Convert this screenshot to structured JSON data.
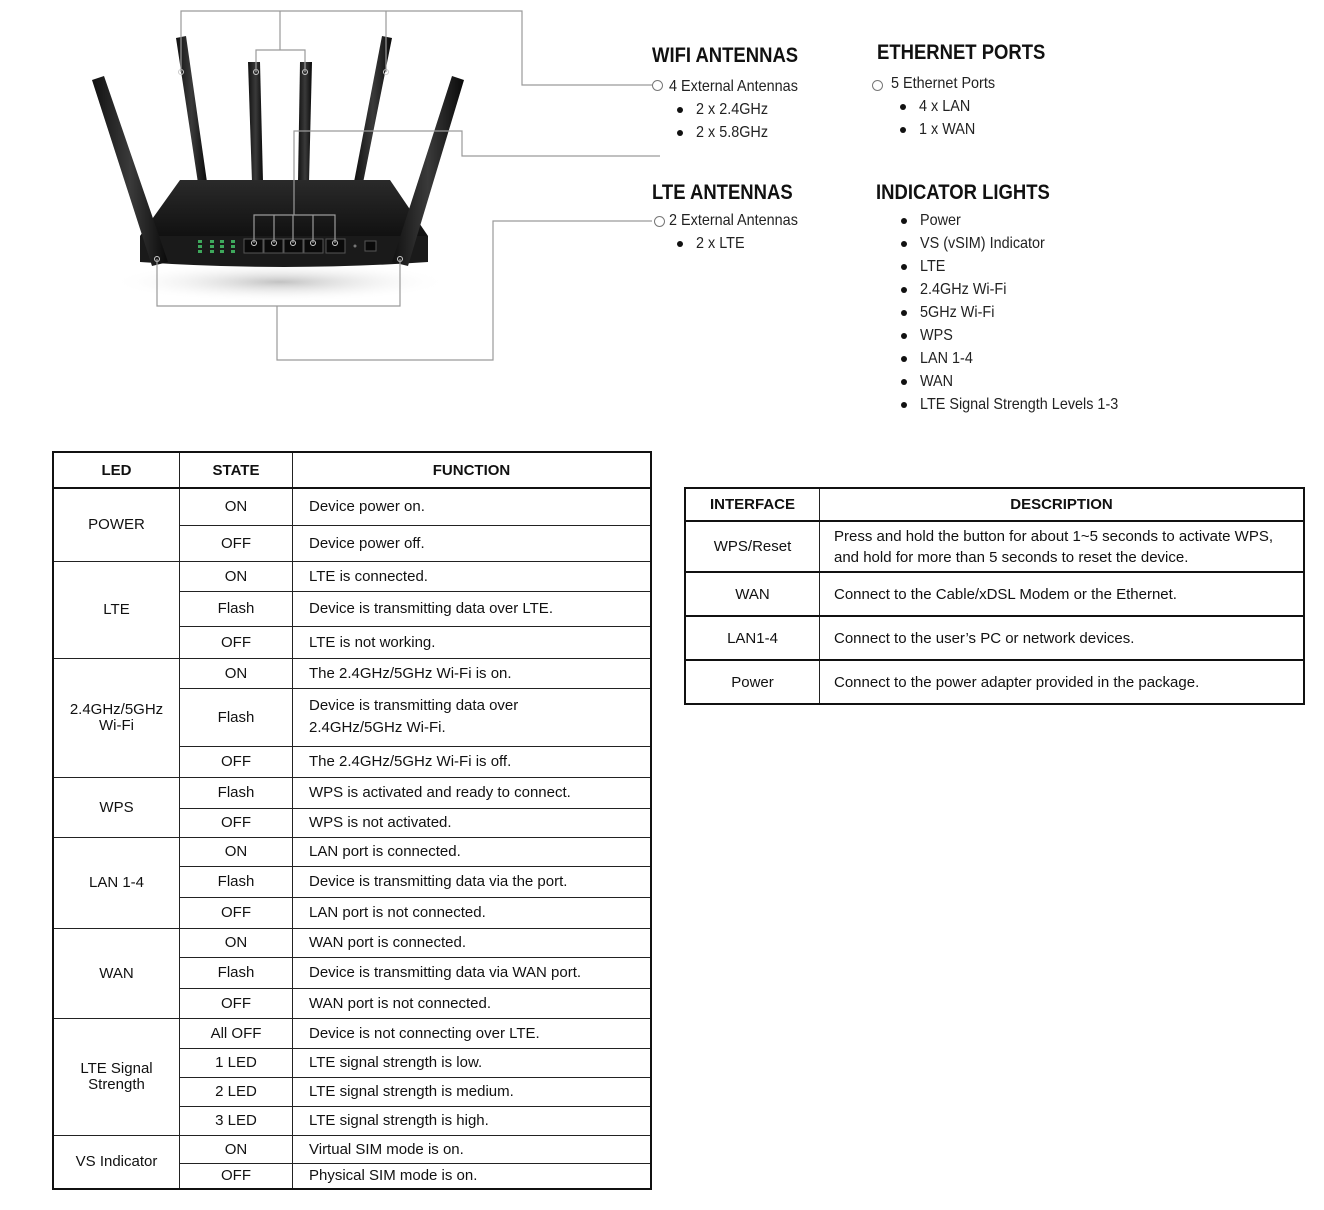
{
  "specs": {
    "wifi": {
      "title": "WIFI ANTENNAS",
      "summary": "4 External Antennas",
      "items": [
        "2 x 2.4GHz",
        "2 x 5.8GHz"
      ]
    },
    "ethernet": {
      "title": "ETHERNET PORTS",
      "summary": "5 Ethernet Ports",
      "items": [
        "4 x LAN",
        "1 x WAN"
      ]
    },
    "lte": {
      "title": "LTE ANTENNAS",
      "summary": "2 External Antennas",
      "items": [
        "2 x LTE"
      ]
    },
    "indicators": {
      "title": "INDICATOR LIGHTS",
      "items": [
        "Power",
        "VS (vSIM) Indicator",
        "LTE",
        "2.4GHz Wi-Fi",
        "5GHz Wi-Fi",
        "WPS",
        "LAN 1-4",
        "WAN",
        "LTE Signal Strength Levels 1-3"
      ]
    }
  },
  "led_table": {
    "headers": [
      "LED",
      "STATE",
      "FUNCTION"
    ],
    "groups": [
      {
        "led": "POWER",
        "rows": [
          {
            "state": "ON",
            "function": "Device power on."
          },
          {
            "state": "OFF",
            "function": "Device power off."
          }
        ]
      },
      {
        "led": "LTE",
        "rows": [
          {
            "state": "ON",
            "function": "LTE is connected."
          },
          {
            "state": "Flash",
            "function": "Device is transmitting data over LTE."
          },
          {
            "state": "OFF",
            "function": "LTE is not working."
          }
        ]
      },
      {
        "led": "2.4GHz/5GHz Wi-Fi",
        "rows": [
          {
            "state": "ON",
            "function": "The 2.4GHz/5GHz Wi-Fi is on."
          },
          {
            "state": "Flash",
            "function": "Device is transmitting data over 2.4GHz/5GHz Wi-Fi."
          },
          {
            "state": "OFF",
            "function": "The 2.4GHz/5GHz Wi-Fi is off."
          }
        ]
      },
      {
        "led": "WPS",
        "rows": [
          {
            "state": "Flash",
            "function": "WPS is activated and ready to connect."
          },
          {
            "state": "OFF",
            "function": "WPS is not activated."
          }
        ]
      },
      {
        "led": "LAN 1-4",
        "rows": [
          {
            "state": "ON",
            "function": "LAN port is connected."
          },
          {
            "state": "Flash",
            "function": "Device is transmitting data via the port."
          },
          {
            "state": "OFF",
            "function": "LAN port is not connected."
          }
        ]
      },
      {
        "led": "WAN",
        "rows": [
          {
            "state": "ON",
            "function": "WAN port is connected."
          },
          {
            "state": "Flash",
            "function": "Device is transmitting data via WAN port."
          },
          {
            "state": "OFF",
            "function": "WAN port is not connected."
          }
        ]
      },
      {
        "led": "LTE Signal Strength",
        "rows": [
          {
            "state": "All OFF",
            "function": "Device is not connecting over LTE."
          },
          {
            "state": "1 LED",
            "function": "LTE signal strength is low."
          },
          {
            "state": "2 LED",
            "function": "LTE signal strength is medium."
          },
          {
            "state": "3 LED",
            "function": "LTE signal strength is high."
          }
        ]
      },
      {
        "led": "VS Indicator",
        "rows": [
          {
            "state": "ON",
            "function": "Virtual SIM mode is on."
          },
          {
            "state": "OFF",
            "function": "Physical SIM mode is on."
          }
        ]
      }
    ]
  },
  "interface_table": {
    "headers": [
      "INTERFACE",
      "DESCRIPTION"
    ],
    "rows": [
      {
        "interface": "WPS/Reset",
        "description": "Press and hold the button for about 1~5 seconds to activate WPS, and hold for more than 5 seconds to reset the device."
      },
      {
        "interface": "WAN",
        "description": "Connect to the Cable/xDSL Modem or the Ethernet."
      },
      {
        "interface": "LAN1-4",
        "description": "Connect to the user’s PC or network devices."
      },
      {
        "interface": "Power",
        "description": "Connect to the power adapter provided in the package."
      }
    ]
  }
}
